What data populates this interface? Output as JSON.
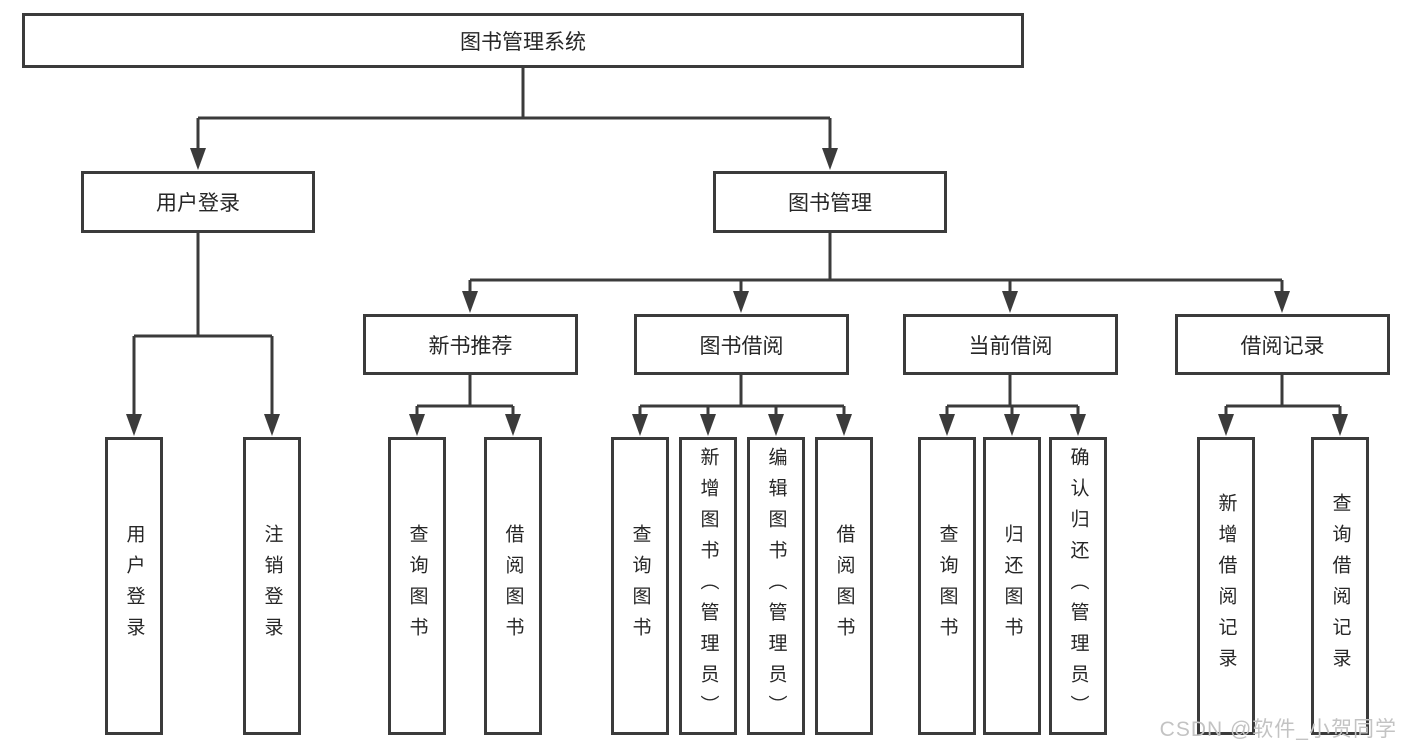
{
  "tree": {
    "label": "图书管理系统",
    "children": [
      {
        "label": "用户登录",
        "children": [
          {
            "label": "用户登录"
          },
          {
            "label": "注销登录"
          }
        ]
      },
      {
        "label": "图书管理",
        "children": [
          {
            "label": "新书推荐",
            "children": [
              {
                "label": "查询图书"
              },
              {
                "label": "借阅图书"
              }
            ]
          },
          {
            "label": "图书借阅",
            "children": [
              {
                "label": "查询图书"
              },
              {
                "label": "新增图书（管理员）"
              },
              {
                "label": "编辑图书（管理员）"
              },
              {
                "label": "借阅图书"
              }
            ]
          },
          {
            "label": "当前借阅",
            "children": [
              {
                "label": "查询图书"
              },
              {
                "label": "归还图书"
              },
              {
                "label": "确认归还（管理员）"
              }
            ]
          },
          {
            "label": "借阅记录",
            "children": [
              {
                "label": "新增借阅记录"
              },
              {
                "label": "查询借阅记录"
              }
            ]
          }
        ]
      }
    ]
  },
  "watermark": "CSDN @软件_小贺同学",
  "colors": {
    "line": "#3b3b3b",
    "text": "#262626",
    "watermark": "#c3c3c3",
    "background": "#ffffff"
  }
}
